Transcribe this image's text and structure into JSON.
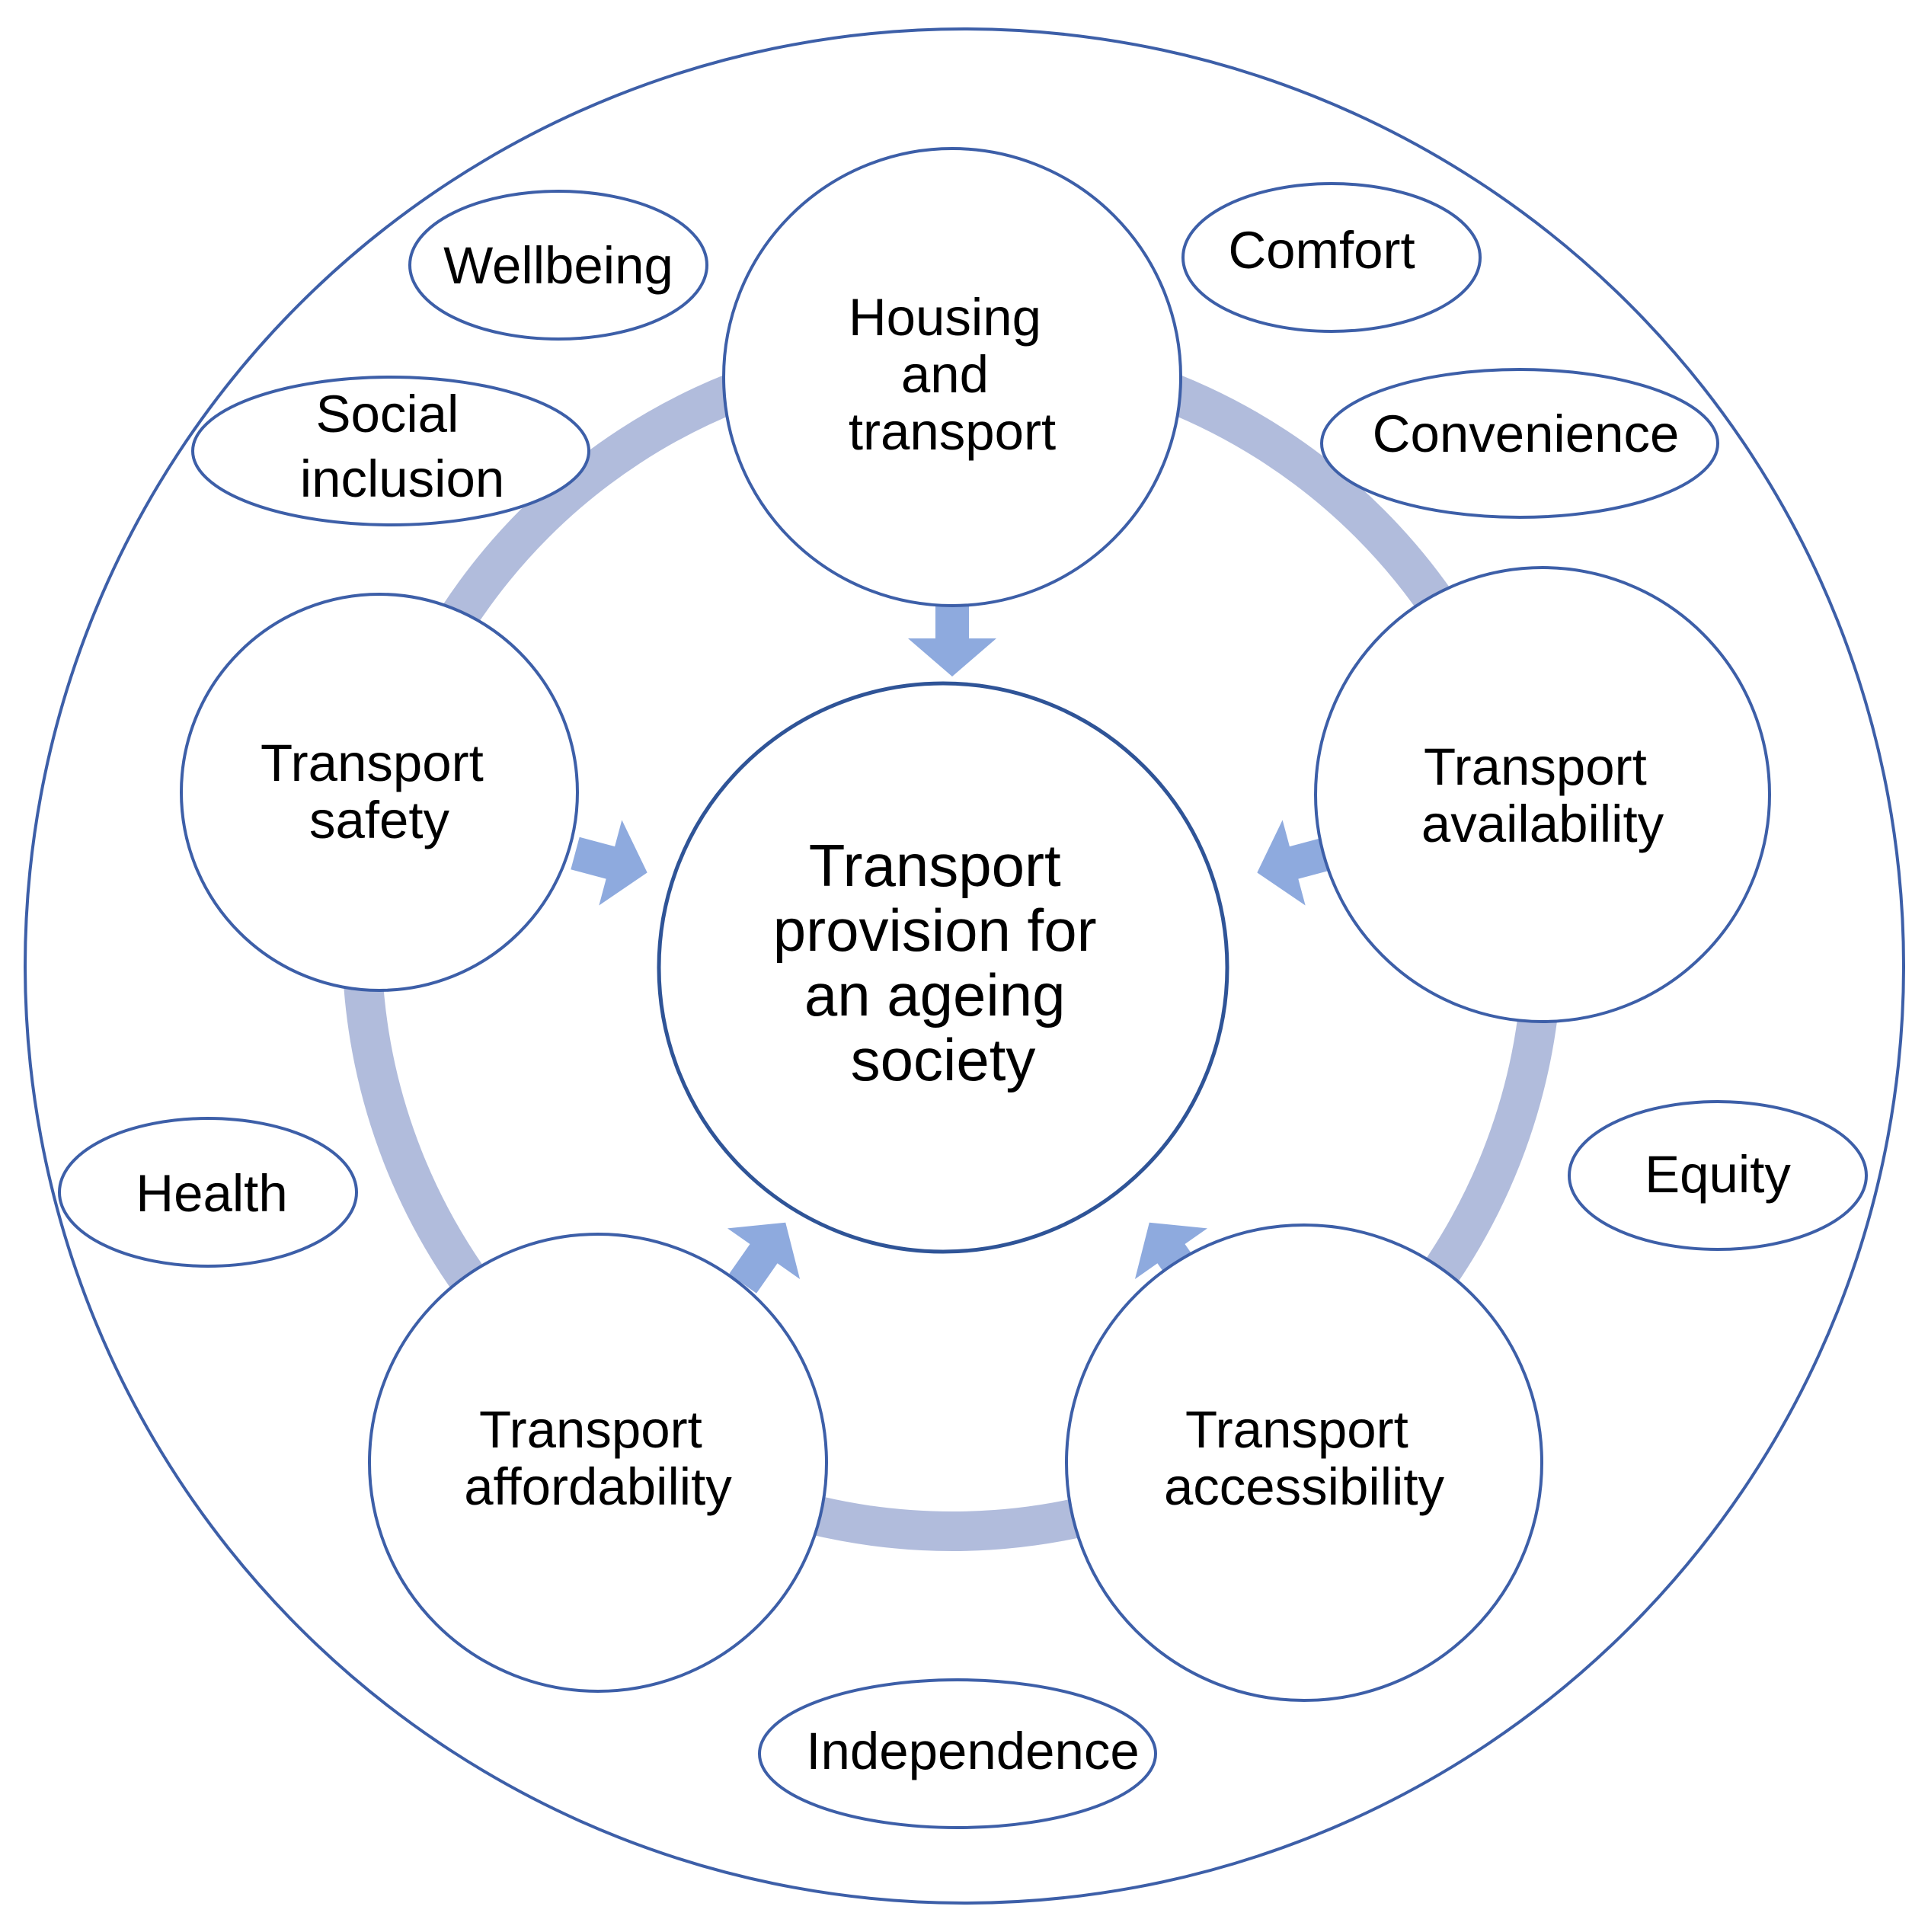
{
  "center": {
    "lines": [
      "Transport",
      "provision for",
      "an ageing",
      "society"
    ]
  },
  "factors": [
    {
      "lines": [
        "Housing",
        "and",
        "transport"
      ]
    },
    {
      "lines": [
        "Transport",
        "availability"
      ]
    },
    {
      "lines": [
        "Transport",
        "accessibility"
      ]
    },
    {
      "lines": [
        "Transport",
        "affordability"
      ]
    },
    {
      "lines": [
        "Transport",
        "safety"
      ]
    }
  ],
  "outcomes": [
    {
      "lines": [
        "Wellbeing"
      ]
    },
    {
      "lines": [
        "Comfort"
      ]
    },
    {
      "lines": [
        "Social",
        "inclusion"
      ]
    },
    {
      "lines": [
        "Convenience"
      ]
    },
    {
      "lines": [
        "Health"
      ]
    },
    {
      "lines": [
        "Equity"
      ]
    },
    {
      "lines": [
        "Independence"
      ]
    }
  ],
  "colors": {
    "outline": "#3d5fa8",
    "ring": "#b1bcdc",
    "arrow": "#8eaade",
    "fill": "#ffffff",
    "text": "#000000"
  }
}
